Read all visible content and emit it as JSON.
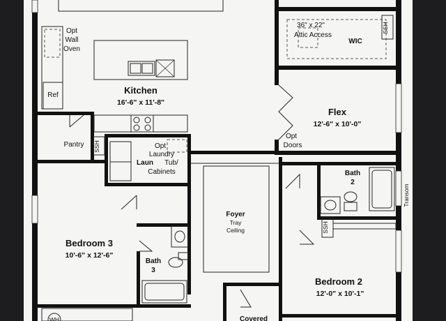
{
  "rooms": {
    "kitchen": {
      "name": "Kitchen",
      "dims": "16'-6\" x 11'-8\""
    },
    "flex": {
      "name": "Flex",
      "dims": "12'-6\" x 10'-0\""
    },
    "foyer": {
      "name": "Foyer",
      "sub1": "Tray",
      "sub2": "Ceiling"
    },
    "bedroom3": {
      "name": "Bedroom 3",
      "dims": "10'-6\" x 12'-6\""
    },
    "bedroom2": {
      "name": "Bedroom 2",
      "dims": "12'-0\" x 10'-1\""
    },
    "bath3": {
      "name": "Bath",
      "num": "3"
    },
    "bath2": {
      "name": "Bath",
      "num": "2"
    },
    "wic": {
      "name": "WIC"
    },
    "pantry": {
      "name": "Pantry"
    },
    "laundry": {
      "name": "Laun"
    },
    "covered": {
      "name": "Covered"
    }
  },
  "labels": {
    "opt_wall_oven_1": "Opt",
    "opt_wall_oven_2": "Wall",
    "opt_wall_oven_3": "Oven",
    "ref": "Ref",
    "attic_1": "36\" x 22\"",
    "attic_2": "Attic Access",
    "ssh": "SSH",
    "opt_doors_1": "Opt",
    "opt_doors_2": "Doors",
    "opt_laundry_1": "Opt",
    "opt_laundry_2": "Laundry",
    "opt_laundry_3": "Tub/",
    "opt_laundry_4": "Cabinets",
    "transom": "Transom",
    "wh": "WH"
  },
  "colors": {
    "background": "#1d1d1f",
    "paper": "#f5f5f3",
    "wall": "#111111",
    "line": "#222222"
  }
}
